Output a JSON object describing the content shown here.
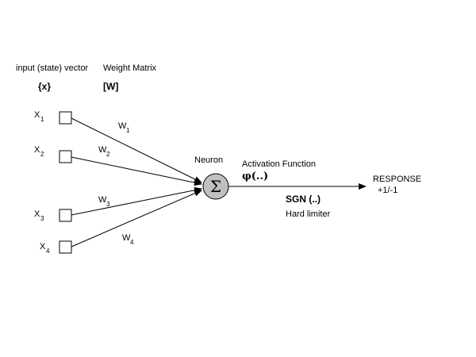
{
  "headers": {
    "input_vector": "input (state) vector",
    "input_symbol": "{x}",
    "weight_matrix": "Weight Matrix",
    "weight_symbol": "[W]"
  },
  "inputs": [
    {
      "base": "X",
      "sub": "1"
    },
    {
      "base": "X",
      "sub": "2"
    },
    {
      "base": "X",
      "sub": "3"
    },
    {
      "base": "X",
      "sub": "4"
    }
  ],
  "weights": [
    {
      "base": "W",
      "sub": "1"
    },
    {
      "base": "W",
      "sub": "2"
    },
    {
      "base": "W",
      "sub": "3"
    },
    {
      "base": "W",
      "sub": "4"
    }
  ],
  "neuron": {
    "label": "Neuron",
    "symbol": "Σ"
  },
  "activation": {
    "title": "Activation Function",
    "symbol": "φ(..)",
    "function": "SGN (..)",
    "description": "Hard limiter"
  },
  "response": {
    "label": "RESPONSE",
    "values": "+1/-1"
  },
  "colors": {
    "neuron_fill": "#c0c0c0",
    "line": "#000000"
  }
}
